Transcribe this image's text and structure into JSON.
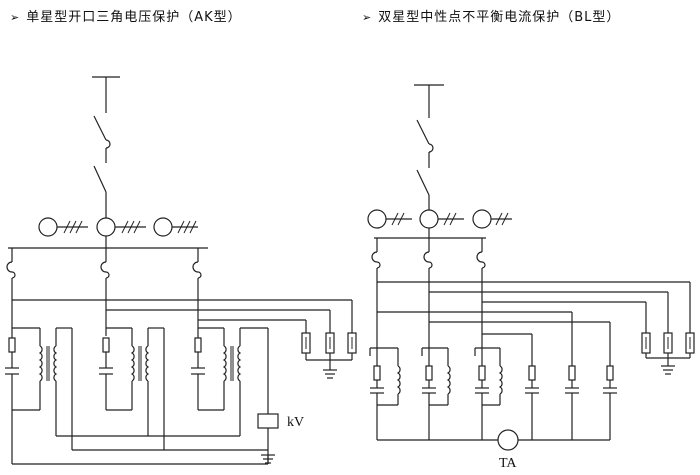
{
  "headings": {
    "bullet": "➢",
    "left": "单星型开口三角电压保护（AK型）",
    "right": "双星型中性点不平衡电流保护（BL型）"
  },
  "labels": {
    "voltage_relay": "kV",
    "current_transformer": "TA"
  },
  "colors": {
    "line": "#222222",
    "background": "#ffffff"
  }
}
